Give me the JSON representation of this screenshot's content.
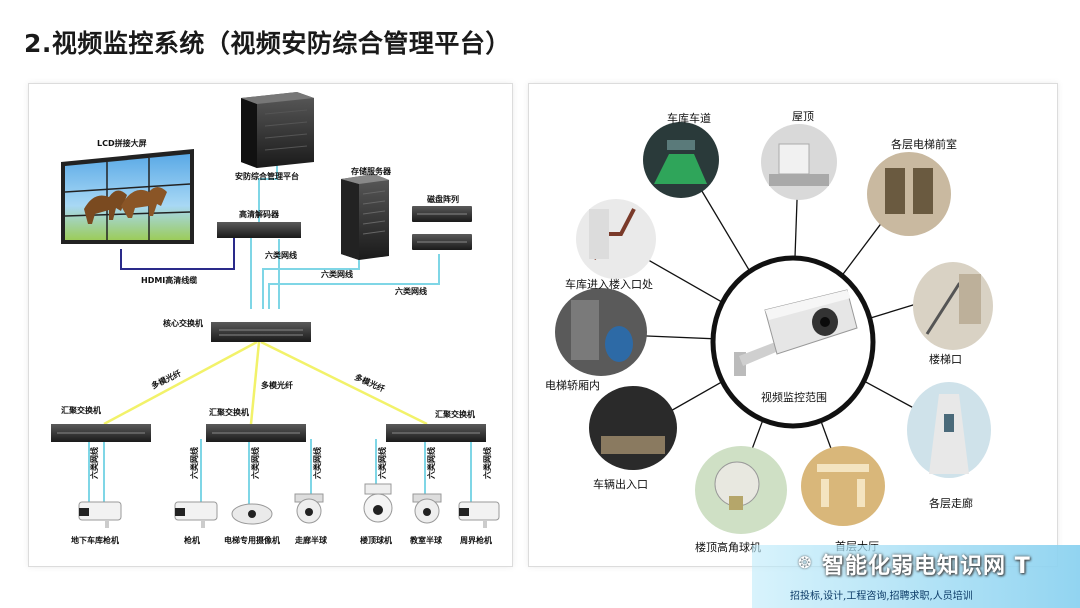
{
  "title": "2.视频监控系统（视频安防综合管理平台）",
  "topology": {
    "lcd_wall": "LCD拼接大屏",
    "platform": "安防综合管理平台",
    "storage_server": "存储服务器",
    "disk_array": "磁盘阵列",
    "decoder": "高清解码器",
    "hdmi_cable": "HDMI高清线缆",
    "cat6_a": "六类网线",
    "cat6_b": "六类网线",
    "cat6_c": "六类网线",
    "core_switch": "核心交换机",
    "fiber_left": "多模光纤",
    "fiber_mid": "多模光纤",
    "fiber_right": "多模光纤",
    "agg_switch_1": "汇聚交换机",
    "agg_switch_2": "汇聚交换机",
    "agg_switch_3": "汇聚交换机",
    "drop_cable": "六类网线",
    "cameras": [
      "地下车库枪机",
      "枪机",
      "电梯专用摄像机",
      "走廊半球",
      "楼顶球机",
      "教室半球",
      "周界枪机"
    ]
  },
  "coverage": {
    "center_label": "视频监控范围",
    "locations": [
      "车库车道",
      "屋顶",
      "各层电梯前室",
      "车库进入楼入口处",
      "楼梯口",
      "电梯轿厢内",
      "各层走廊",
      "车辆出入口",
      "楼顶高角球机",
      "首层大厅"
    ]
  },
  "watermark": {
    "icon": "wechat-icon",
    "brand": "智能化弱电知识网",
    "suffix": "T",
    "subtitle": "招投标,设计,工程咨询,招聘求职,人员培训"
  },
  "colors": {
    "cable": "#7fd6e6",
    "fiber": "#f2f26a",
    "hdmi": "#2a2a8a",
    "ring": "#111111"
  }
}
